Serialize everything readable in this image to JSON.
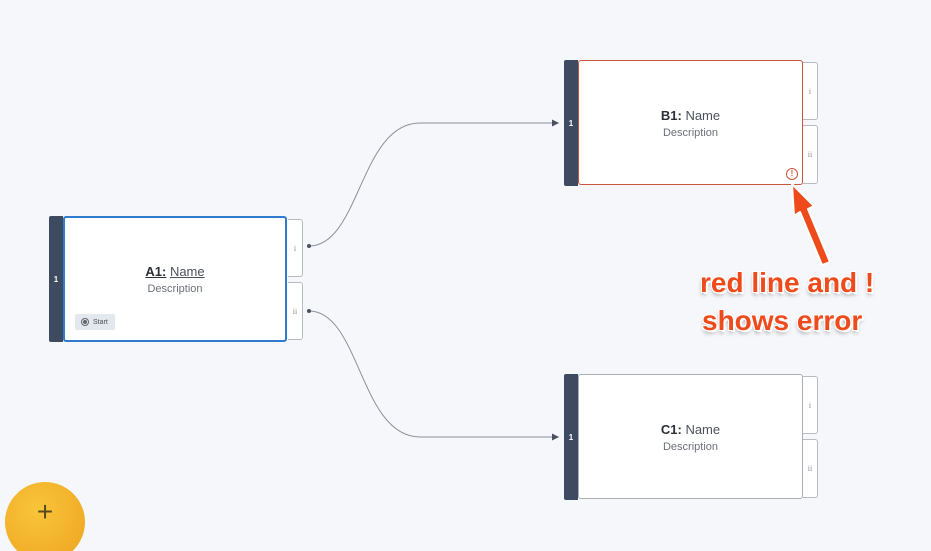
{
  "nodes": {
    "a1": {
      "step": "1",
      "id": "A1:",
      "name": "Name",
      "description": "Description",
      "outputs": [
        "i",
        "ii"
      ],
      "start_label": "Start"
    },
    "b1": {
      "step": "1",
      "id": "B1:",
      "name": "Name",
      "description": "Description",
      "outputs": [
        "i",
        "ii"
      ],
      "error_icon": "!"
    },
    "c1": {
      "step": "1",
      "id": "C1:",
      "name": "Name",
      "description": "Description",
      "outputs": [
        "i",
        "ii"
      ]
    }
  },
  "annotation": {
    "line1": "red line and !",
    "line2": "shows error",
    "color": "#ef4a1c"
  },
  "add_button": {
    "label": "+",
    "icon": "plus-icon"
  },
  "colors": {
    "rail": "#3d4a60",
    "selected_border": "#2f7ccf",
    "error_border": "#c8553d",
    "fab": "#f3b22b",
    "background": "#f6f7fa"
  }
}
